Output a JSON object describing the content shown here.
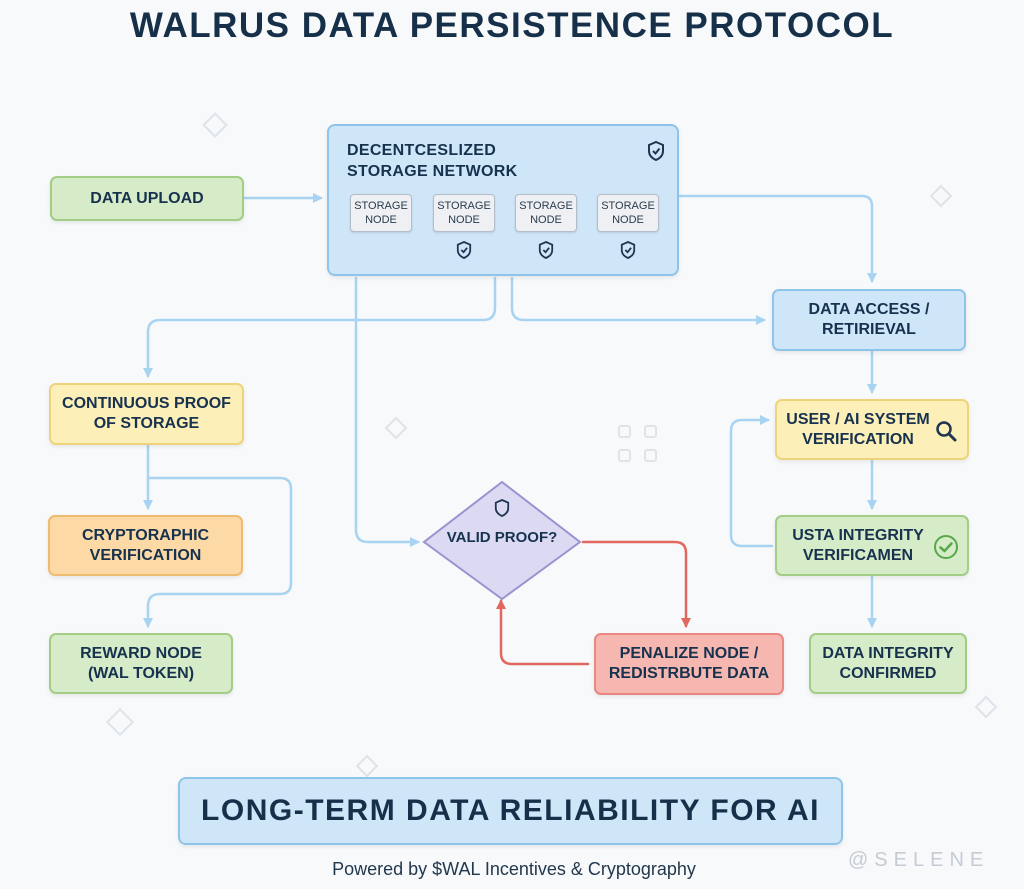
{
  "title": "WALRUS DATA PERSISTENCE PROTOCOL",
  "boxes": {
    "data_upload": "DATA UPLOAD",
    "network_title": "DECENTCESLIZED\nSTORAGE NETWORK",
    "storage_node": "STORAGE\nNODE",
    "data_access": "DATA ACCESS /\nRETIRIEVAL",
    "proof_of_storage": "CONTINUOUS PROOF\nOF STORAGE",
    "crypto_verification": "CRYPTORAPHIC\nVERIFICATION",
    "reward_node": "REWARD NODE\n(WAL TOKEN)",
    "valid_proof": "VALID PROOF?",
    "penalize": "PENALIZE NODE /\nREDISTRBUTE DATA",
    "user_verification": "USER / AI SYSTEM\nVERIFICATION",
    "integrity_verification": "USTA INTEGRITY\nVERIFICAMEN",
    "integrity_confirmed": "DATA INTEGRITY\nCONFIRMED"
  },
  "footer": {
    "banner": "LONG-TERM DATA RELIABILITY FOR AI",
    "powered_by": "Powered by $WAL Incentives & Cryptography",
    "watermark": "@SELENE"
  },
  "icons": {
    "shield": "shield-icon",
    "search": "search-icon",
    "check": "check-circle-icon"
  },
  "colors": {
    "arrow_blue": "#a9d3f2",
    "arrow_red": "#e0685e",
    "diamond_fill": "#dcd9f3",
    "diamond_stroke": "#9a93cf"
  }
}
